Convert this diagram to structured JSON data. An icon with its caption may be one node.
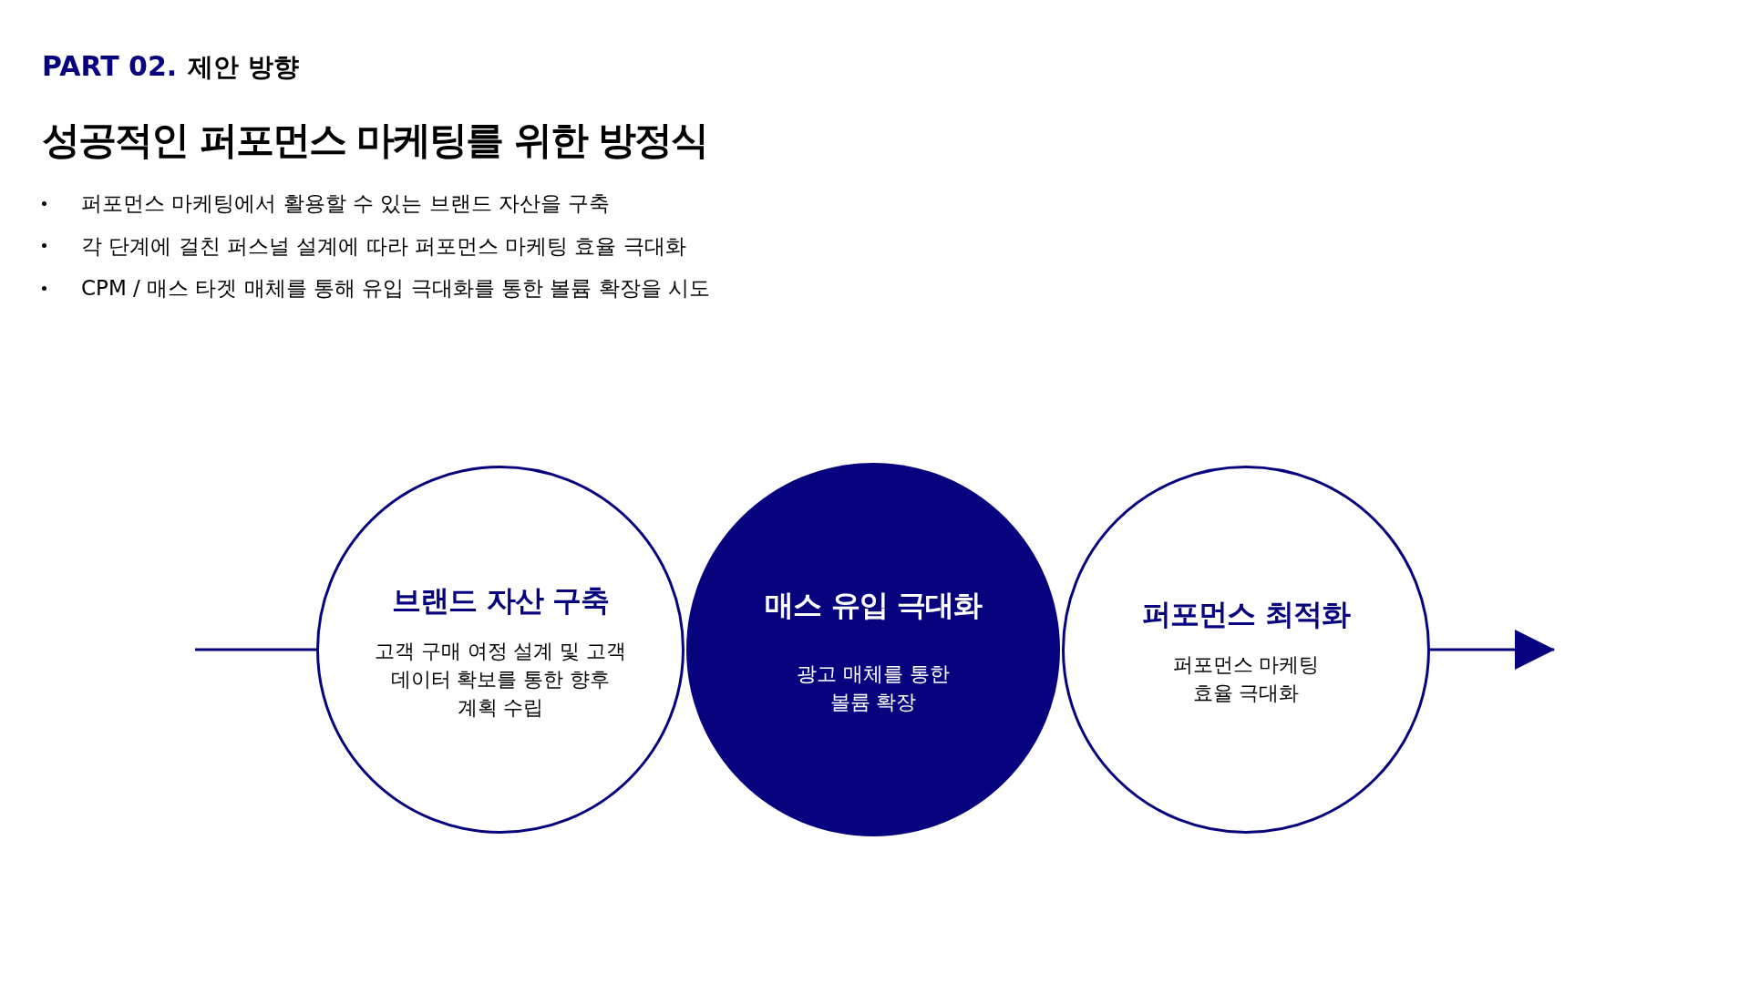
{
  "diagram": {
    "title": "성공적인 퍼포먼스 마케팅를 위한 방정식",
    "nodes": [
      {
        "text": [
          "브랜드 자산 구축",
          "고객 구매 여정 설계 및 고객 데이터 확보를 통한 향후 계획 수립"
        ]
      },
      {
        "text": [
          "매스 유입 극대화",
          "광고 매체를 통한 볼륨 확장"
        ]
      },
      {
        "text": [
          "퍼포먼스 최적화",
          "퍼포먼스 마케팅 효율 극대화"
        ]
      }
    ],
    "edges": [
      {
        "from": null,
        "to": 0,
        "arrow": "none"
      },
      {
        "from": 2,
        "to": null,
        "arrow": "to"
      }
    ],
    "labels": [
      "PART 02.",
      "제안 방향",
      "퍼포먼스 마케팅에서 활용할 수 있는 브랜드 자산을 구축",
      "각 단계에 걸친 퍼스널 설계에 따라 퍼포먼스 마케팅 효율 극대화",
      "CPM / 매스 타겟 매체를 통해 유입 극대화를 통한 볼륨 확장을 시도"
    ]
  }
}
